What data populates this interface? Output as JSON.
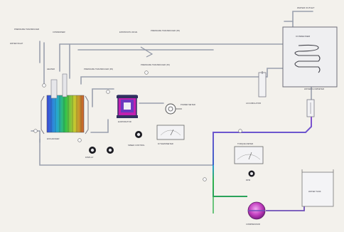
{
  "labels": {
    "water_outlet": "WATER OUTLET",
    "condenser": "CONDENSER",
    "pressure_transducer_left": "PRESSURE TRANSDUCER",
    "water_inlet": "WATER INLET",
    "condenser_mid": "CONDENSER",
    "heater": "HEATER",
    "exchanger": "EXCHANGER",
    "pressure_transducer_mid": "PRESSURE TRANSDUCER (P2)",
    "expansion_valve": "EXPANSION VALVE",
    "pressure_transducer_right": "PRESSURE TRANSDUCER (P4)",
    "pressure_transducer_p1": "PRESSURE TRANSDUCER (P1)",
    "evaporator": "EVAPORATOR",
    "accumulator": "ACCUMULATOR",
    "water_flowmeter": "WATER FLOWMETER",
    "power_meter": "POWER METER",
    "dynamometer": "DYNAMOMETER",
    "compressor": "COMPRESSOR",
    "water_tank": "WATER TANK",
    "speed_control": "SPEED CONTROL",
    "torque_meter": "TORQUE METER",
    "rpm": "RPM",
    "display": "DISPLAY"
  },
  "colors": {
    "pipe": "#9aa0ad",
    "water_line": "#2fb24d",
    "loop_line": "#6f4fb8",
    "evaporator_body": "#c020b0",
    "compressor_pump": "#b02fa6"
  }
}
